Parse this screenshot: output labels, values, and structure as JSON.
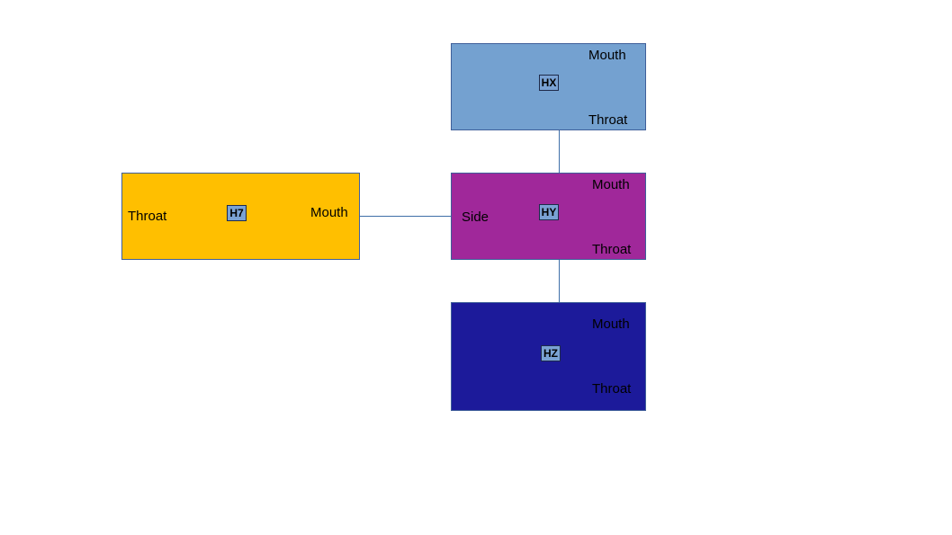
{
  "colors": {
    "hx": "#74a1d0",
    "h7": "#ffbf00",
    "hy": "#a0289a",
    "hz": "#1c1a9a",
    "tag": "#7aa2d4",
    "connector": "#3f6fa8"
  },
  "nodes": {
    "hx": {
      "tag": "HX",
      "top_label": "Mouth",
      "bottom_label": "Throat"
    },
    "h7": {
      "tag": "H7",
      "left_label": "Throat",
      "right_label": "Mouth"
    },
    "hy": {
      "tag": "HY",
      "top_label": "Mouth",
      "bottom_label": "Throat",
      "side_label": "Side"
    },
    "hz": {
      "tag": "HZ",
      "top_label": "Mouth",
      "bottom_label": "Throat"
    }
  }
}
